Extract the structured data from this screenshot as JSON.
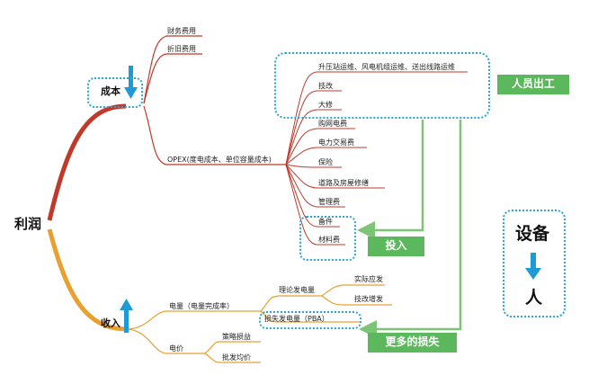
{
  "root": "利润",
  "cost": {
    "label": "成本",
    "finance": "财务费用",
    "depreciation": "折旧费用",
    "opex": "OPEX(度电成本、单位容量成本)",
    "items": [
      "升压站运维、风电机组运维、送出线路运维",
      "技改",
      "大修",
      "购网电费",
      "电力交易费",
      "保险",
      "道路及房屋修缮",
      "管理费",
      "备件",
      "材料费"
    ]
  },
  "revenue": {
    "label": "收入",
    "energy": "电量（电量完成率）",
    "theoretical": "理论发电量",
    "actual": "实际应发",
    "retrofit_gain": "技改增发",
    "loss": "损失发电量（PBA）",
    "price": "电价",
    "strategy_loss": "策略损益",
    "wholesale_price": "批发均价"
  },
  "tags": {
    "staff": "人员出工",
    "input": "投入",
    "more_loss": "更多的损失"
  },
  "side": {
    "top": "设备",
    "bottom": "人"
  },
  "colors": {
    "cost_branch": "#c0392b",
    "revenue_branch": "#e8a030",
    "dotted_box": "#2aa6d6",
    "tag_green": "#5cb85c",
    "arrow_blue": "#1e9bd7"
  }
}
